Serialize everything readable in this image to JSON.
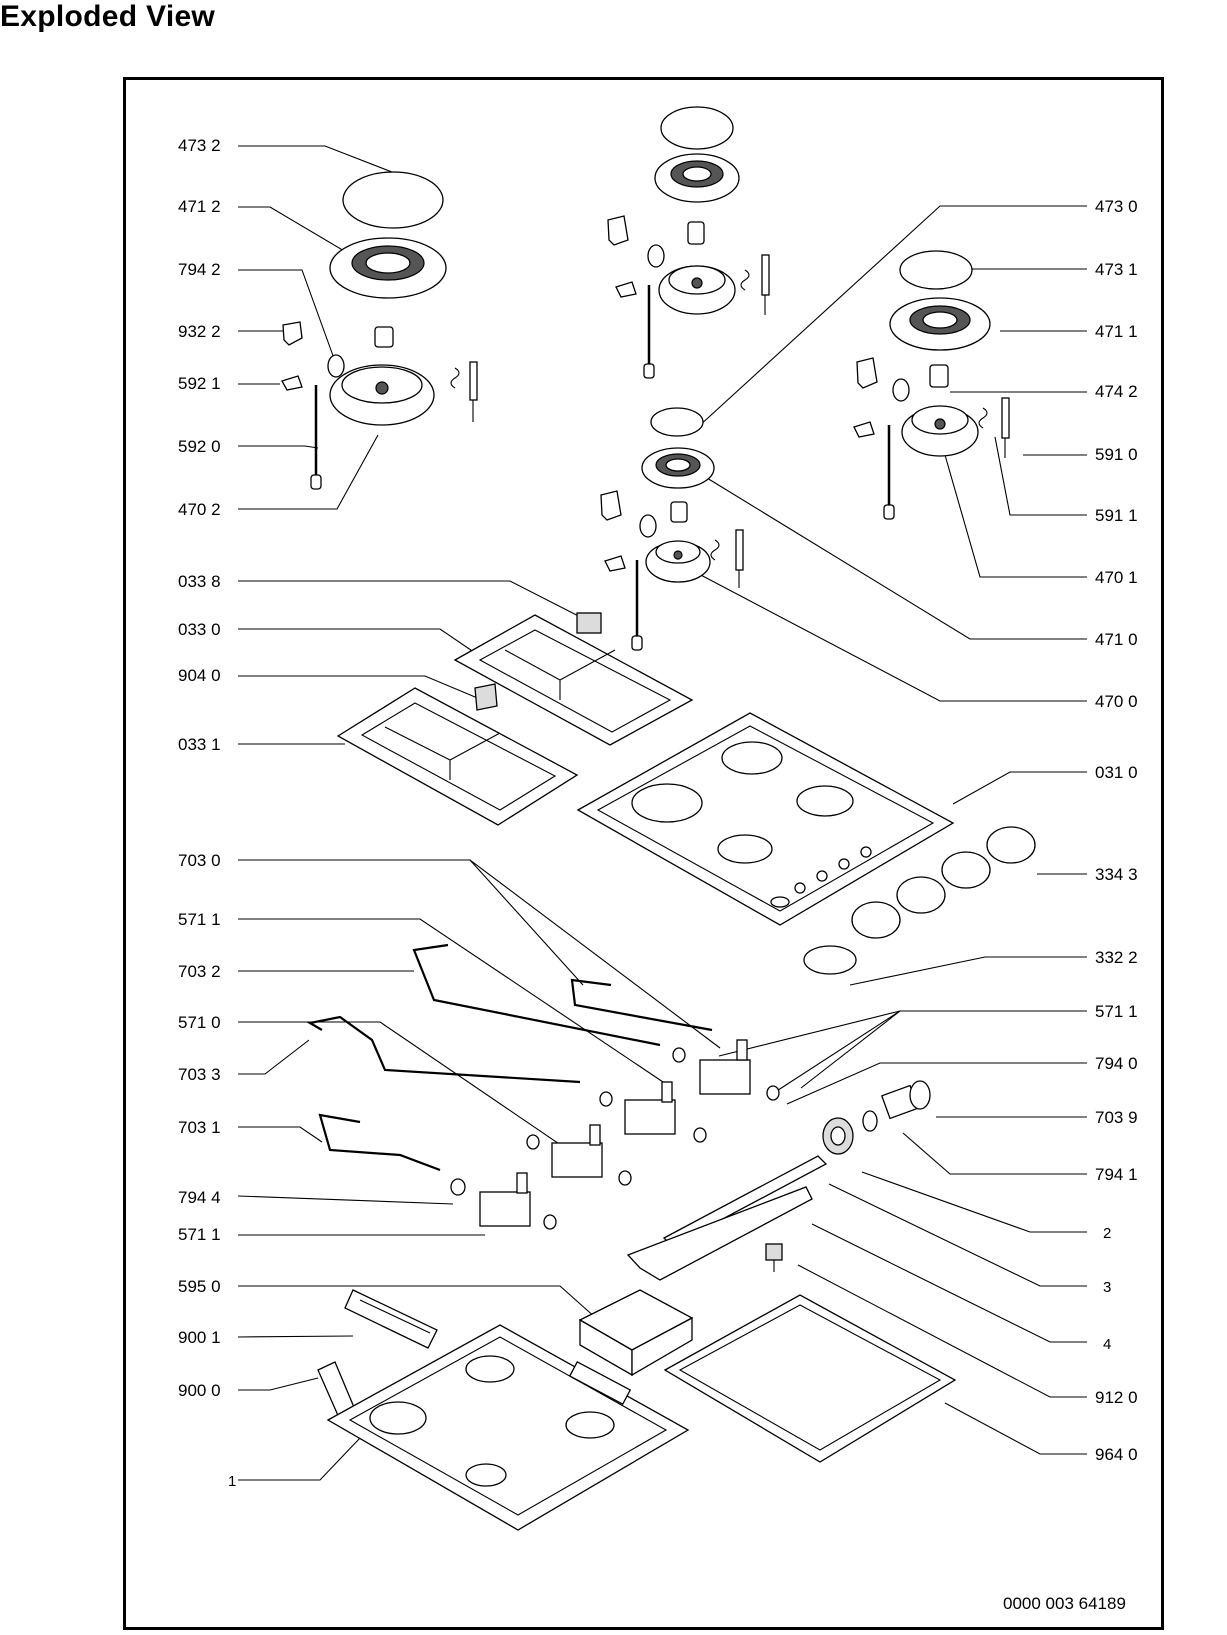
{
  "page": {
    "title": "Exploded View"
  },
  "drawing_number": "0000 003 64189",
  "callouts_left": [
    {
      "id": "473-2",
      "text": "473 2"
    },
    {
      "id": "471-2",
      "text": "471 2"
    },
    {
      "id": "794-2",
      "text": "794 2"
    },
    {
      "id": "932-2",
      "text": "932 2"
    },
    {
      "id": "592-1",
      "text": "592 1"
    },
    {
      "id": "592-0",
      "text": "592 0"
    },
    {
      "id": "470-2",
      "text": "470 2"
    },
    {
      "id": "033-8",
      "text": "033 8"
    },
    {
      "id": "033-0",
      "text": "033 0"
    },
    {
      "id": "904-0",
      "text": "904 0"
    },
    {
      "id": "033-1",
      "text": "033 1"
    },
    {
      "id": "703-0",
      "text": "703 0"
    },
    {
      "id": "571-1a",
      "text": "571 1"
    },
    {
      "id": "703-2",
      "text": "703 2"
    },
    {
      "id": "571-0",
      "text": "571 0"
    },
    {
      "id": "703-3",
      "text": "703 3"
    },
    {
      "id": "703-1",
      "text": "703 1"
    },
    {
      "id": "794-4",
      "text": "794 4"
    },
    {
      "id": "571-1b",
      "text": "571 1"
    },
    {
      "id": "595-0",
      "text": "595 0"
    },
    {
      "id": "900-1",
      "text": "900 1"
    },
    {
      "id": "900-0",
      "text": "900 0"
    },
    {
      "id": "1",
      "text": "1"
    }
  ],
  "callouts_right": [
    {
      "id": "473-0",
      "text": "473 0"
    },
    {
      "id": "473-1",
      "text": "473 1"
    },
    {
      "id": "471-1",
      "text": "471 1"
    },
    {
      "id": "474-2",
      "text": "474 2"
    },
    {
      "id": "591-0",
      "text": "591 0"
    },
    {
      "id": "591-1",
      "text": "591 1"
    },
    {
      "id": "470-1",
      "text": "470 1"
    },
    {
      "id": "471-0",
      "text": "471 0"
    },
    {
      "id": "470-0",
      "text": "470 0"
    },
    {
      "id": "031-0",
      "text": "031 0"
    },
    {
      "id": "334-3",
      "text": "334 3"
    },
    {
      "id": "332-2",
      "text": "332 2"
    },
    {
      "id": "571-1c",
      "text": "571 1"
    },
    {
      "id": "794-0",
      "text": "794 0"
    },
    {
      "id": "703-9",
      "text": "703 9"
    },
    {
      "id": "794-1",
      "text": "794 1"
    },
    {
      "id": "2",
      "text": "2"
    },
    {
      "id": "3",
      "text": "3"
    },
    {
      "id": "4",
      "text": "4"
    },
    {
      "id": "912-0",
      "text": "912 0"
    },
    {
      "id": "964-0",
      "text": "964 0"
    }
  ]
}
